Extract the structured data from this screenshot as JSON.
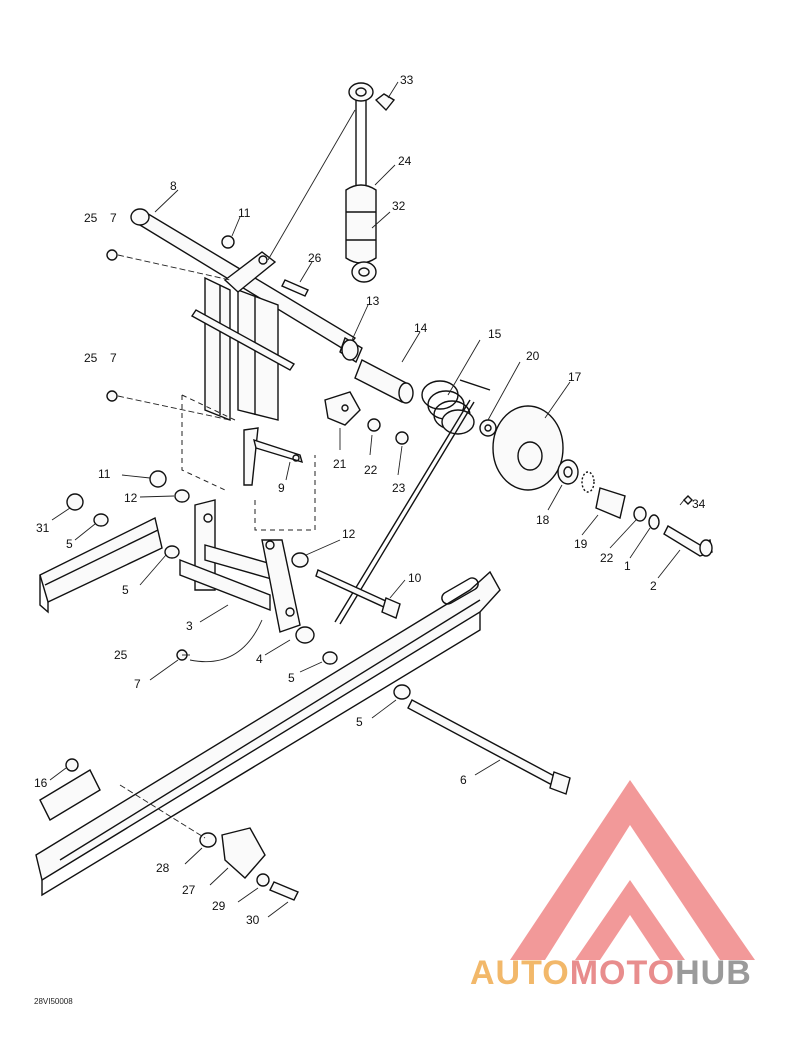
{
  "diagram": {
    "drawing_code": "28VI50008",
    "callouts": [
      "33",
      "24",
      "32",
      "8",
      "25",
      "7",
      "11",
      "26",
      "13",
      "14",
      "15",
      "20",
      "17",
      "25",
      "7",
      "21",
      "22",
      "23",
      "9",
      "11",
      "12",
      "31",
      "5",
      "12",
      "18",
      "19",
      "22",
      "1",
      "34",
      "2",
      "5",
      "10",
      "3",
      "25",
      "4",
      "7",
      "5",
      "5",
      "16",
      "6",
      "28",
      "27",
      "29",
      "30"
    ]
  },
  "watermark": {
    "part1": "AUTO",
    "part2": "MOTO",
    "part3": "HUB",
    "colors": {
      "auto": "#f2b86a",
      "moto": "#e88d8d",
      "hub": "#9a9a9a",
      "logo": "#f08080"
    }
  }
}
